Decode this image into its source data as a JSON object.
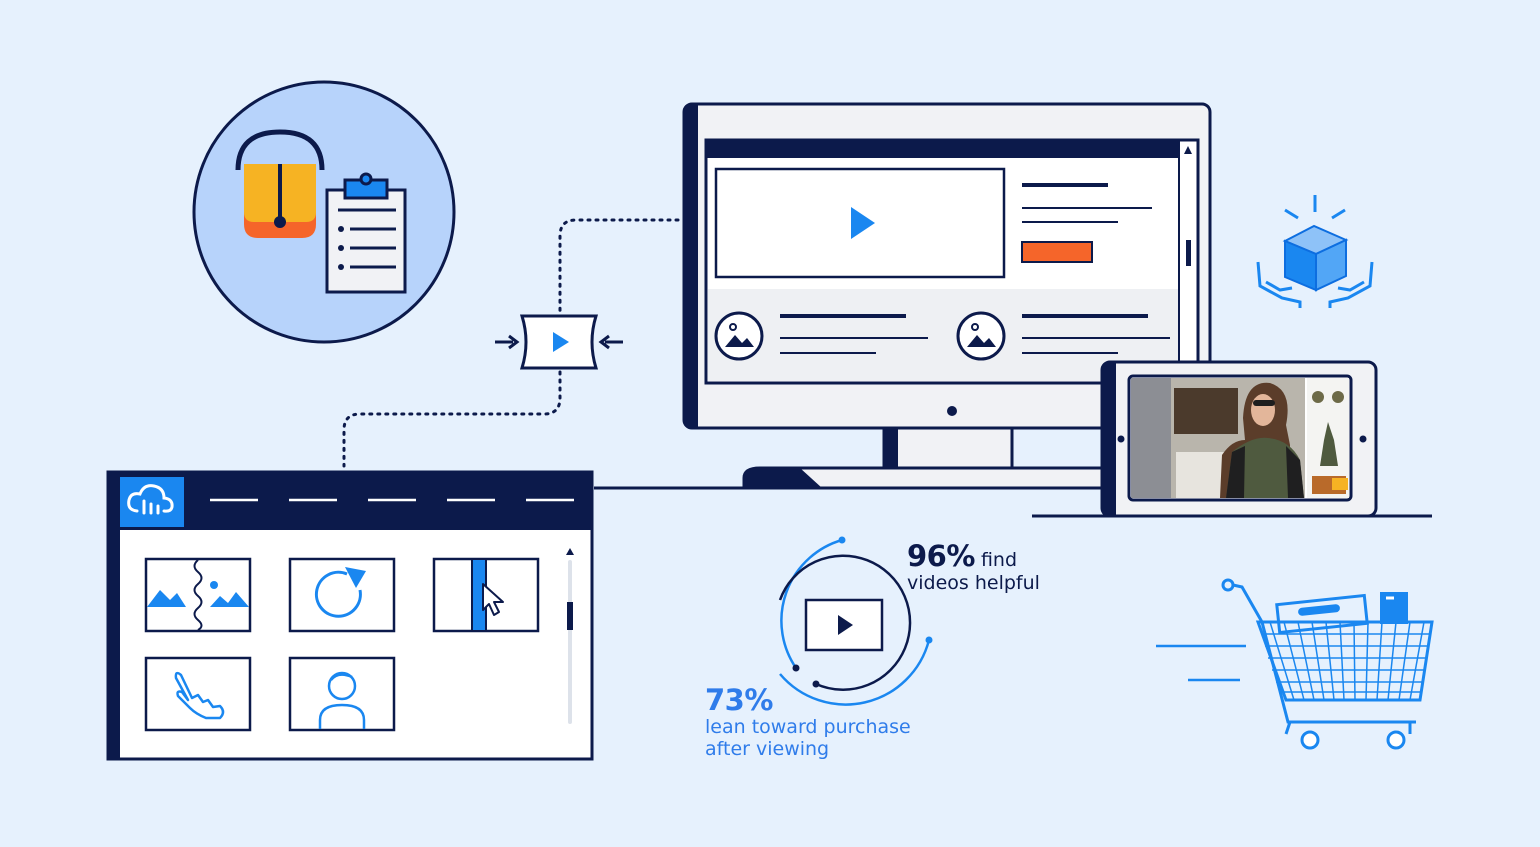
{
  "stats": {
    "helpful": {
      "value": "96%",
      "text": "find",
      "text2": "videos helpful"
    },
    "purchase": {
      "value": "73%",
      "line1": "lean toward purchase",
      "line2": "after viewing"
    }
  },
  "colors": {
    "background": "#e6f1fd",
    "navy": "#0c1a4b",
    "blue": "#1a87f0",
    "orange": "#f5652a",
    "yellow": "#f6b323",
    "light_circle": "#b7d3fb"
  },
  "icons": [
    "shopping-bag-icon",
    "clipboard-icon",
    "play-icon",
    "cloud-logo-icon",
    "image-split-icon",
    "refresh-icon",
    "cursor-icon",
    "hand-pointer-icon",
    "user-icon",
    "box-in-hands-icon",
    "shopping-cart-icon",
    "image-icon"
  ]
}
